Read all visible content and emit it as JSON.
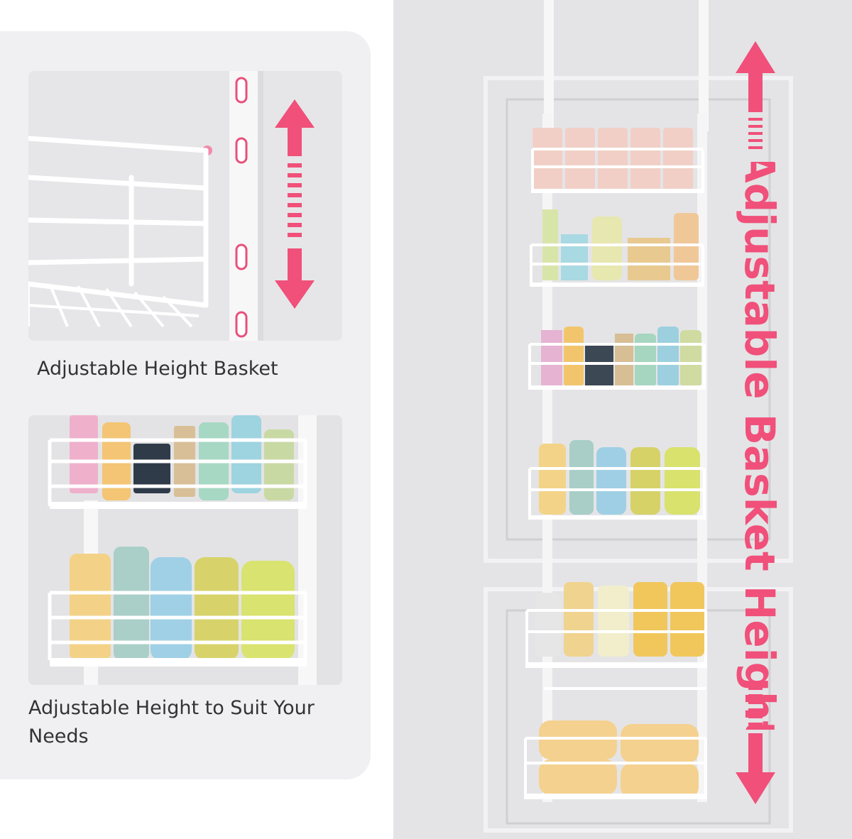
{
  "panel1": {
    "caption": "Adjustable Height Basket"
  },
  "panel2": {
    "caption": "Adjustable Height to Suit Your Needs"
  },
  "main": {
    "vertical_label": "Adjustable Basket Height"
  },
  "colors": {
    "accent": "#f0507a",
    "panel_bg": "#f0eff2",
    "door": "#e4e4e6"
  },
  "icons": [
    "double-arrow-icon"
  ]
}
